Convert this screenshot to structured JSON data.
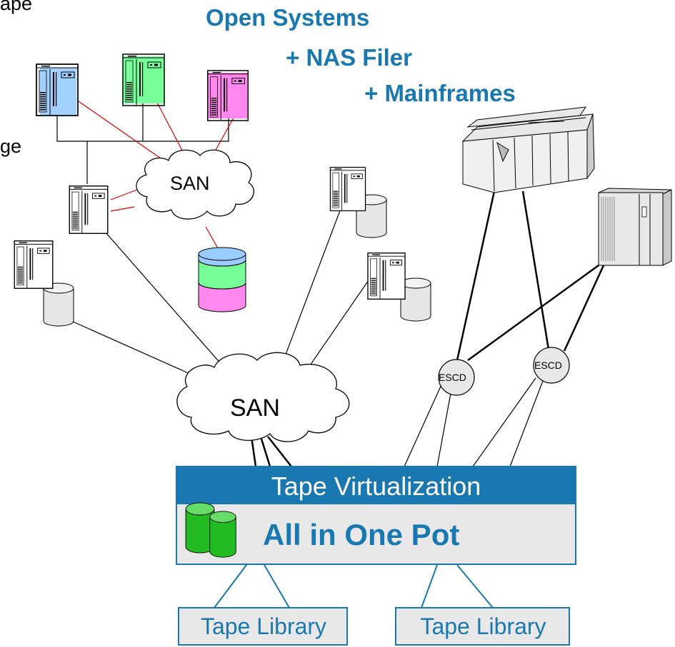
{
  "header": {
    "line1": "Open Systems",
    "line2": "+ NAS Filer",
    "line3": "+ Mainframes"
  },
  "edge_fragments": {
    "top": "ape",
    "left": "ge"
  },
  "network": {
    "san_small": "SAN",
    "san_large": "SAN",
    "switch_1": "ESCD",
    "switch_2": "ESCD"
  },
  "virtualization": {
    "title": "Tape Virtualization",
    "subtitle": "All in One Pot"
  },
  "libraries": [
    {
      "label": "Tape Library"
    },
    {
      "label": "Tape Library"
    }
  ],
  "colors": {
    "accent": "#1a78b0",
    "server_blue": "#99ccff",
    "server_green": "#77ff99",
    "server_pink": "#ff88ee",
    "red_link": "#dd0000",
    "tape_green": "#22bb22"
  }
}
